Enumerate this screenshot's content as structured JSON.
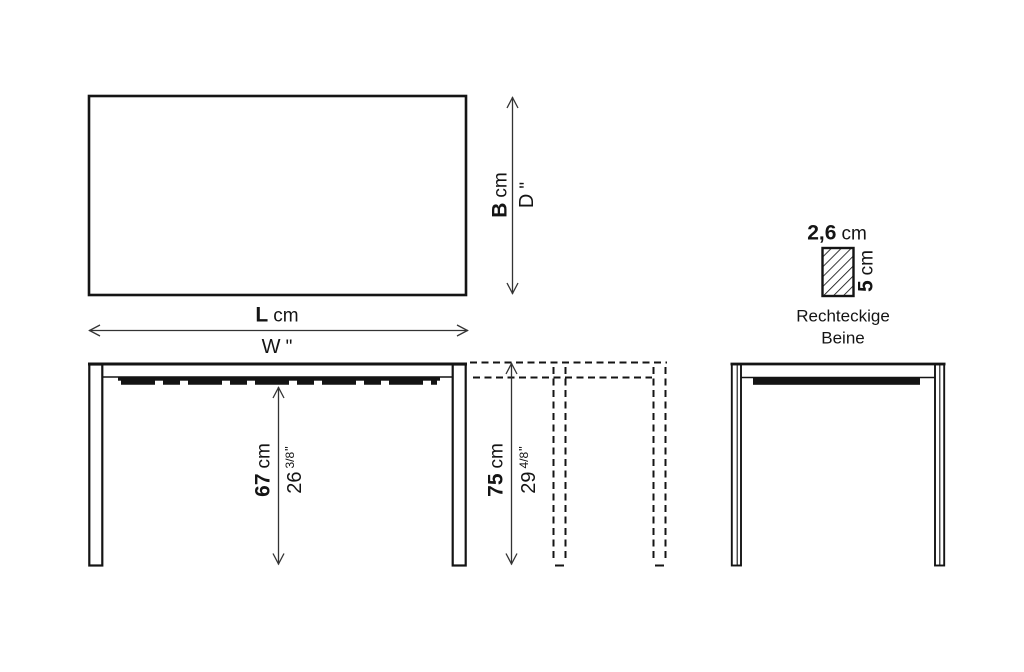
{
  "drawing": {
    "background_color": "#ffffff",
    "line_color": "#141414",
    "dimension_line_color": "#333333"
  },
  "top_view": {
    "depth_metric": {
      "value": "B",
      "unit": "cm"
    },
    "depth_imperial": {
      "value": "D",
      "unit": "\""
    },
    "length_metric": {
      "value": "L",
      "unit": "cm"
    },
    "length_imperial": {
      "value": "W",
      "unit": "\""
    }
  },
  "leg_section": {
    "width_metric": {
      "value": "2,6",
      "unit": "cm"
    },
    "depth_metric": {
      "value": "5",
      "unit": "cm"
    },
    "caption_line1": "Rechteckige",
    "caption_line2": "Beine"
  },
  "front_view": {
    "clearance_metric": {
      "value": "67",
      "unit": "cm"
    },
    "clearance_imperial": {
      "value": "26",
      "fraction": "3/8",
      "unit": "\""
    }
  },
  "side_elevation": {
    "height_metric": {
      "value": "75",
      "unit": "cm"
    },
    "height_imperial": {
      "value": "29",
      "fraction": "4/8",
      "unit": "\""
    }
  }
}
